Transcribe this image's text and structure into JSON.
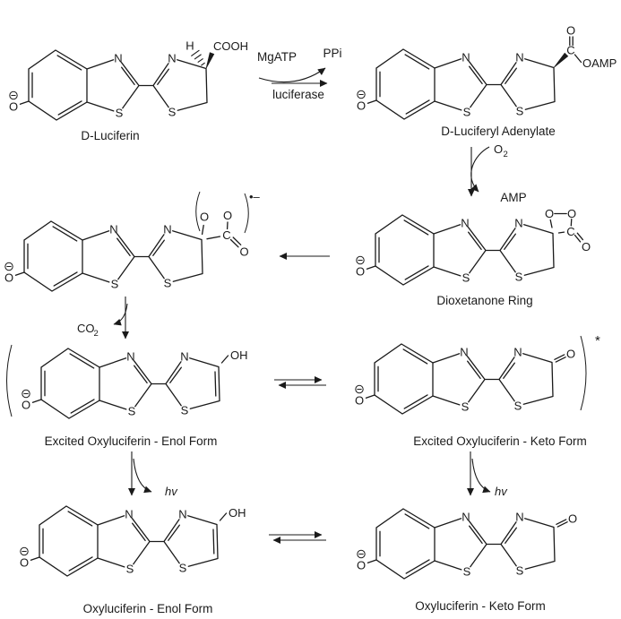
{
  "structures": {
    "luciferin": {
      "label": "D-Luciferin"
    },
    "adenylate": {
      "label": "D-Luciferyl Adenylate"
    },
    "dioxetanone": {
      "label": "Dioxetanone Ring"
    },
    "excited_enol": {
      "label": "Excited Oxyluciferin - Enol Form"
    },
    "excited_keto": {
      "label": "Excited Oxyluciferin - Keto Form"
    },
    "enol": {
      "label": "Oxyluciferin - Enol Form"
    },
    "keto": {
      "label": "Oxyluciferin - Keto Form"
    }
  },
  "reagents": {
    "mgatp": "MgATP",
    "ppi": "PPi",
    "enzyme": "luciferase",
    "o2": {
      "base": "O",
      "sub": "2"
    },
    "amp": "AMP",
    "co2": {
      "base": "CO",
      "sub": "2"
    },
    "hv": "hv"
  },
  "atoms": {
    "N": "N",
    "S": "S",
    "O": "O",
    "C": "C",
    "H": "H",
    "OH": "OH",
    "COOH": "COOH",
    "OAMP": "OAMP"
  },
  "symbols": {
    "radical_anion": "•–",
    "excited_star": "*"
  },
  "colors": {
    "ink": "#1a1a1a",
    "background": "#ffffff"
  }
}
